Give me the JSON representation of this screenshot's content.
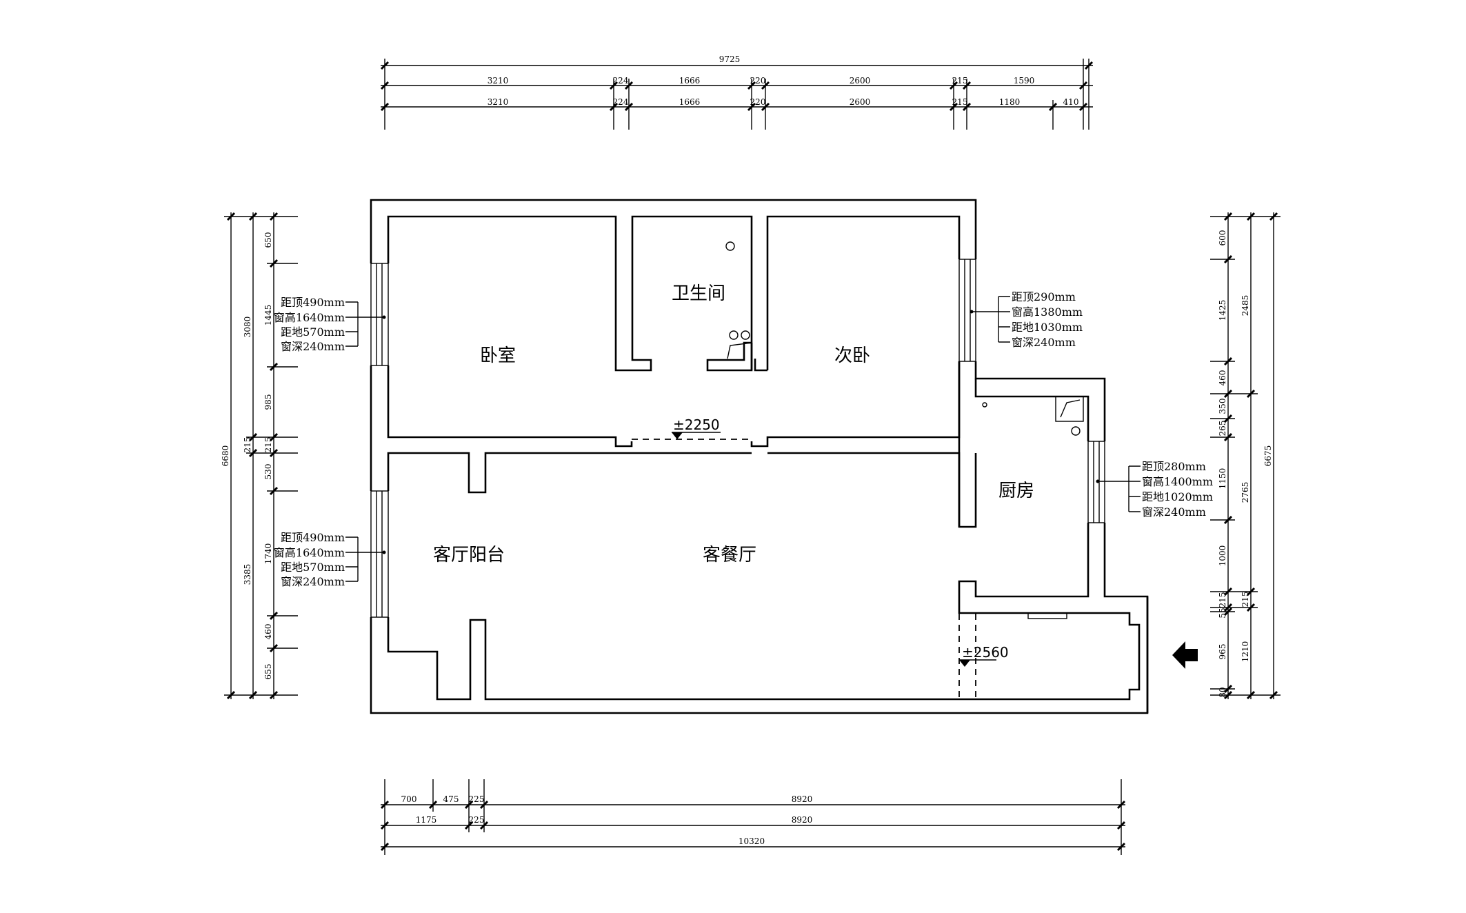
{
  "dims": {
    "top_total": "9725",
    "top_row1": [
      "3210",
      "224",
      "1666",
      "220",
      "2600",
      "215",
      "1590"
    ],
    "top_row2": [
      "3210",
      "224",
      "1666",
      "220",
      "2600",
      "215",
      "1180",
      "410"
    ],
    "bottom_row1": [
      "700",
      "475",
      "225",
      "8920"
    ],
    "bottom_row2": [
      "1175",
      "225",
      "8920"
    ],
    "bottom_total": "10320",
    "left_total": "6680",
    "left_mid": [
      "3080",
      "215",
      "3385"
    ],
    "left_inner": [
      "650",
      "1445",
      "985",
      "215",
      "530",
      "1740",
      "460",
      "655"
    ],
    "right_total": "6675",
    "right_mid": [
      "2485",
      "2765",
      "215",
      "1210"
    ],
    "right_inner": [
      "600",
      "1425",
      "460",
      "350",
      "265",
      "1150",
      "1000",
      "215",
      "55",
      "965",
      "80"
    ]
  },
  "rooms": {
    "bedroom": "卧室",
    "bathroom": "卫生间",
    "second_bedroom": "次卧",
    "kitchen": "厨房",
    "living_balcony": "客厅阳台",
    "living_dining": "客餐厅"
  },
  "levels": {
    "hall": "±2250",
    "entry": "±2560"
  },
  "windows": {
    "bedroom": [
      "距顶490mm",
      "窗高1640mm",
      "距地570mm",
      "窗深240mm"
    ],
    "balcony": [
      "距顶490mm",
      "窗高1640mm",
      "距地570mm",
      "窗深240mm"
    ],
    "second_bedroom": [
      "距顶290mm",
      "窗高1380mm",
      "距地1030mm",
      "窗深240mm"
    ],
    "kitchen": [
      "距顶280mm",
      "窗高1400mm",
      "距地1020mm",
      "窗深240mm"
    ]
  },
  "icons": {
    "entry_arrow": "entrance-arrow-icon"
  }
}
